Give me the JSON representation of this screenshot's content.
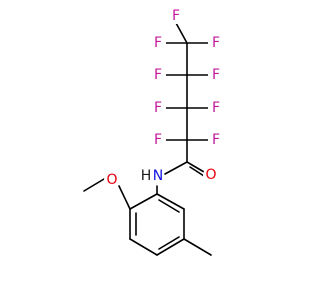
{
  "molecule": {
    "atoms": {
      "f1": "F",
      "f2": "F",
      "f3": "F",
      "f4": "F",
      "f5": "F",
      "f6": "F",
      "f7": "F",
      "f8": "F",
      "f9": "F",
      "amide_n": "N",
      "amide_h": "H",
      "carbonyl_o": "O",
      "methoxy_o": "O"
    },
    "colors": {
      "fluorine": "#c2199d",
      "oxygen": "#e8000b",
      "nitrogen": "#1010e0",
      "bond": "#000000"
    }
  }
}
